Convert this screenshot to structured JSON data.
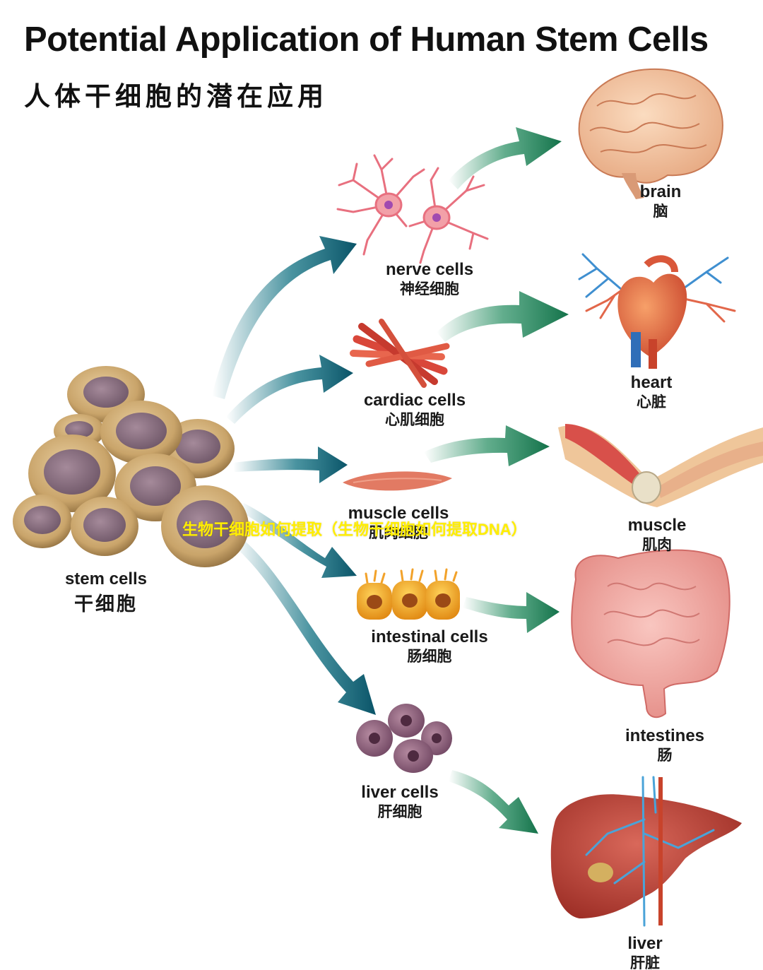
{
  "header": {
    "title_en": "Potential Application of Human Stem Cells",
    "title_zh": "人体干细胞的潜在应用"
  },
  "source": {
    "en": "stem cells",
    "zh": "干细胞"
  },
  "cells": [
    {
      "en": "nerve cells",
      "zh": "神经细胞"
    },
    {
      "en": "cardiac cells",
      "zh": "心肌细胞"
    },
    {
      "en": "muscle cells",
      "zh": "肌肉细胞"
    },
    {
      "en": "intestinal cells",
      "zh": "肠细胞"
    },
    {
      "en": "liver cells",
      "zh": "肝细胞"
    }
  ],
  "organs": [
    {
      "en": "brain",
      "zh": "脑"
    },
    {
      "en": "heart",
      "zh": "心脏"
    },
    {
      "en": "muscle",
      "zh": "肌肉"
    },
    {
      "en": "intestines",
      "zh": "肠"
    },
    {
      "en": "liver",
      "zh": "肝脏"
    }
  ],
  "watermark": "生物干细胞如何提取（生物干细胞如何提取DNA）",
  "colors": {
    "arrow_teal": "#0d6f80",
    "arrow_green": "#1f8a5c",
    "stem_cell": "#c9a46a",
    "nucleus": "#8a6f80",
    "nerve": "#e8707f",
    "cardiac": "#d9473a",
    "intestinal": "#f2a22a",
    "liver_cell": "#8a5a72"
  }
}
